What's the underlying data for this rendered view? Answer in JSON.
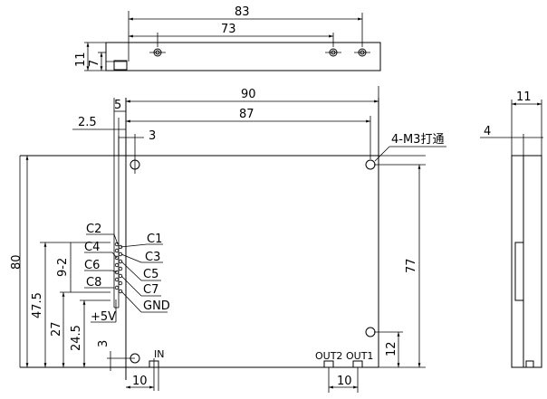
{
  "dimensions": {
    "top_width_83": "83",
    "top_width_73": "73",
    "top_height_11": "11",
    "top_height_7": "7",
    "front_width_90": "90",
    "front_width_87": "87",
    "front_offset_5": "5",
    "front_offset_2_5": "2.5",
    "front_offset_3": "3",
    "front_height_80": "80",
    "front_height_47_5": "47.5",
    "front_pitch_9_2": "9-2",
    "front_height_27": "27",
    "front_height_24_5": "24.5",
    "front_height_3": "3",
    "front_height_77": "77",
    "front_height_12": "12",
    "bottom_width_10_left": "10",
    "bottom_width_10_right": "10",
    "side_width_11": "11",
    "side_offset_4": "4"
  },
  "labels": {
    "hole_note": "4-M3打通",
    "c1": "C1",
    "c2": "C2",
    "c3": "C3",
    "c4": "C4",
    "c5": "C5",
    "c6": "C6",
    "c7": "C7",
    "c8": "C8",
    "gnd": "GND",
    "plus5v": "+5V",
    "in": "IN",
    "out1": "OUT1",
    "out2": "OUT2"
  }
}
